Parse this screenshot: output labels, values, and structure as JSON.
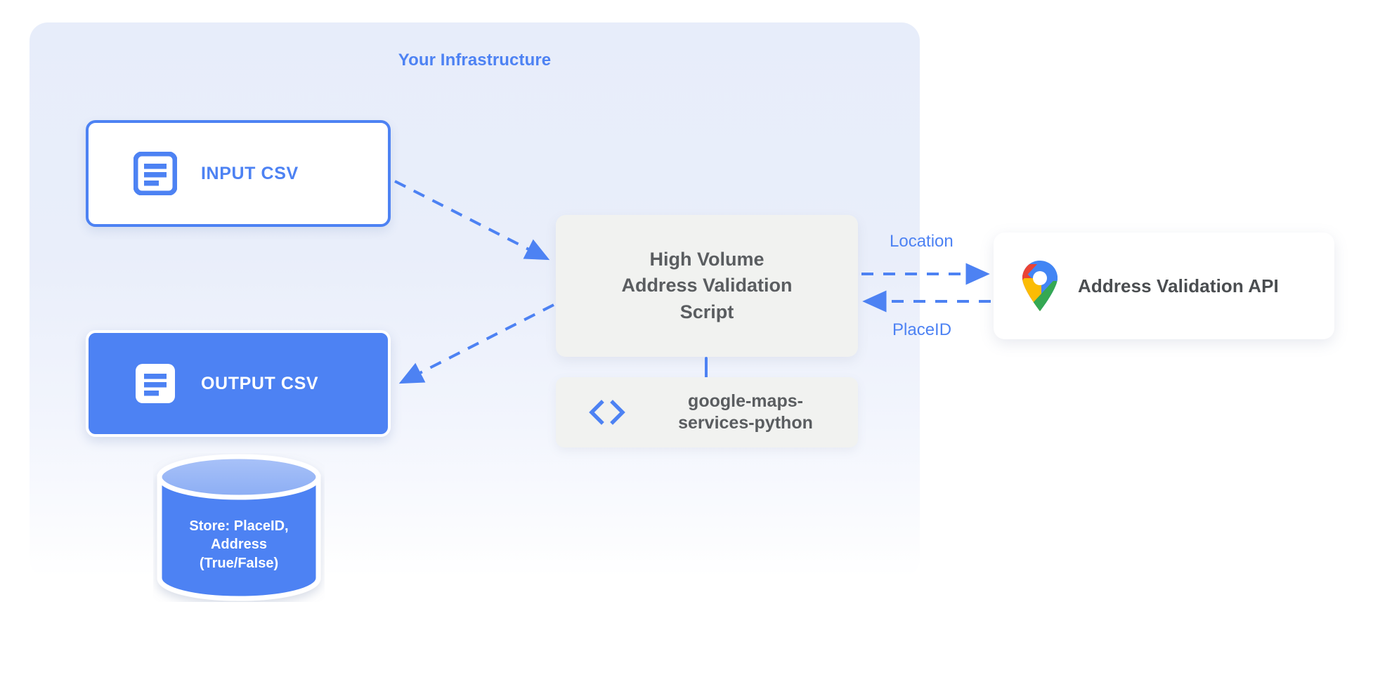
{
  "panel": {
    "title": "Your Infrastructure",
    "accent_color": "#4d82f3",
    "background_color": "#e7edfa"
  },
  "nodes": {
    "input_csv": {
      "label": "INPUT CSV",
      "icon": "document-icon",
      "style": "outlined",
      "border_color": "#4d82f3",
      "fill_color": "#ffffff",
      "text_color": "#4d82f3"
    },
    "output_csv": {
      "label": "OUTPUT CSV",
      "icon": "document-icon",
      "style": "filled",
      "fill_color": "#4d82f3",
      "text_color": "#ffffff"
    },
    "script": {
      "label": "High Volume\nAddress Validation\nScript",
      "fill_color": "#f1f2f0",
      "text_color": "#5a5d60"
    },
    "library": {
      "label": "google-maps-\nservices-python",
      "icon": "code-icon",
      "fill_color": "#f1f2f0",
      "text_color": "#5a5d60"
    },
    "api": {
      "label": "Address Validation API",
      "icon": "google-maps-pin-icon",
      "fill_color": "#ffffff",
      "text_color": "#4a4d50"
    },
    "database": {
      "label": "Store: PlaceID,\nAddress\n(True/False)",
      "shape": "cylinder",
      "fill_color": "#4d82f3",
      "top_color": "#94b3f5",
      "text_color": "#ffffff"
    }
  },
  "edges": [
    {
      "name": "input-to-script",
      "from": "input_csv",
      "to": "script",
      "style": "dashed",
      "label": "",
      "color": "#4d82f3"
    },
    {
      "name": "script-to-output",
      "from": "script",
      "to": "output_csv",
      "style": "dashed",
      "label": "",
      "color": "#4d82f3"
    },
    {
      "name": "script-to-api",
      "from": "script",
      "to": "api",
      "style": "dashed",
      "label": "Location",
      "color": "#4d82f3"
    },
    {
      "name": "api-to-script",
      "from": "api",
      "to": "script",
      "style": "dashed",
      "label": "PlaceID",
      "color": "#4d82f3"
    },
    {
      "name": "script-to-library",
      "from": "script",
      "to": "library",
      "style": "solid",
      "label": "",
      "color": "#4d82f3"
    }
  ],
  "labels": {
    "location": "Location",
    "placeid": "PlaceID"
  }
}
